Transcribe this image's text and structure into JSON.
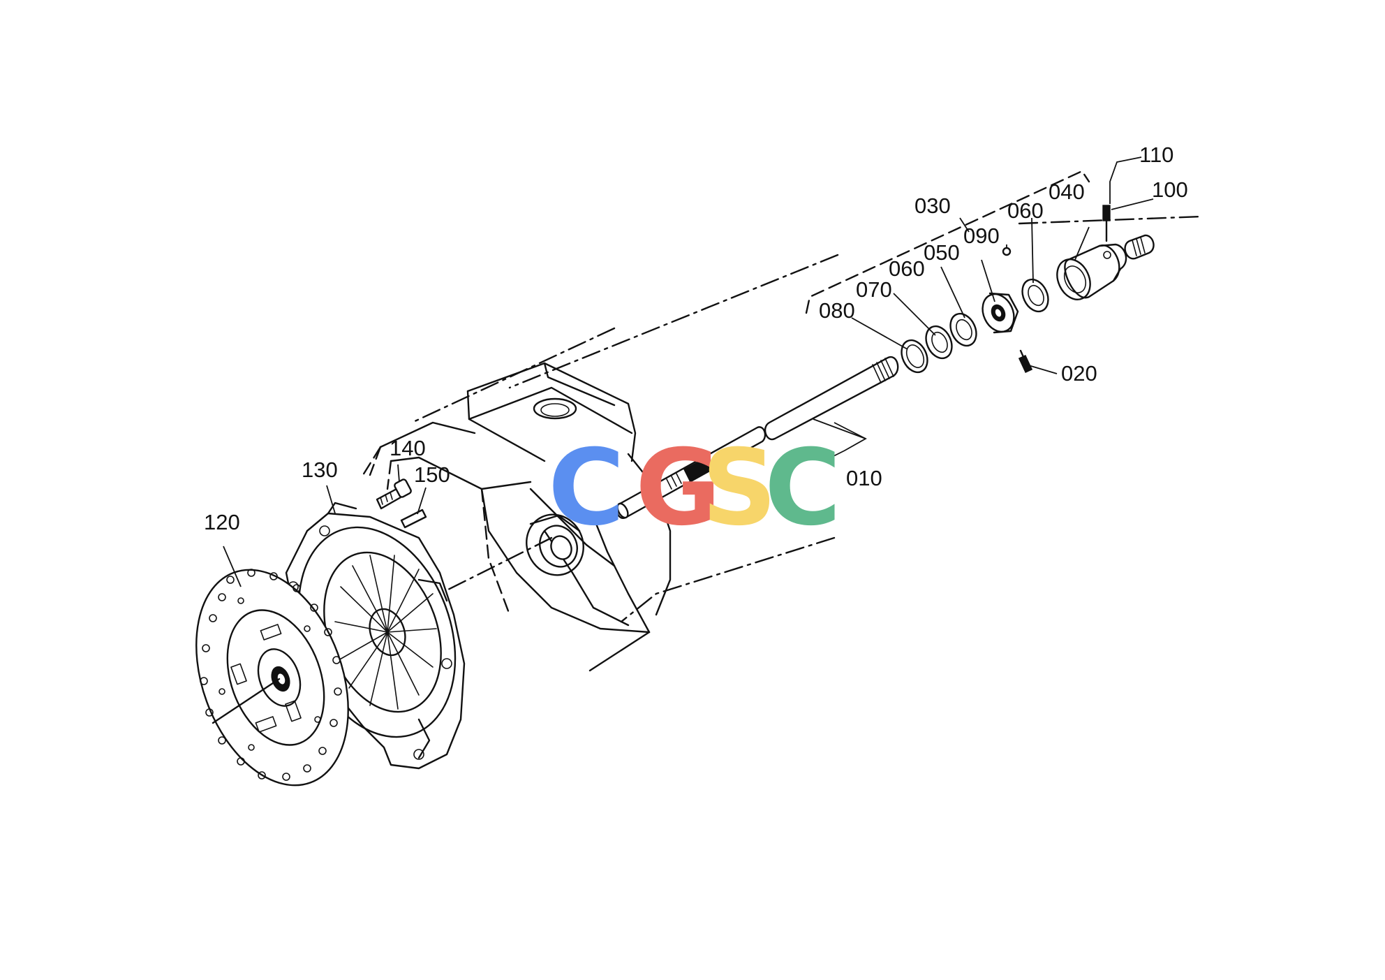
{
  "parts": [
    {
      "id": "p010",
      "label": "010"
    },
    {
      "id": "p020",
      "label": "020"
    },
    {
      "id": "p030",
      "label": "030"
    },
    {
      "id": "p040",
      "label": "040"
    },
    {
      "id": "p050",
      "label": "050"
    },
    {
      "id": "p060a",
      "label": "060"
    },
    {
      "id": "p060b",
      "label": "060"
    },
    {
      "id": "p070",
      "label": "070"
    },
    {
      "id": "p080",
      "label": "080"
    },
    {
      "id": "p090",
      "label": "090"
    },
    {
      "id": "p100",
      "label": "100"
    },
    {
      "id": "p110",
      "label": "110"
    },
    {
      "id": "p120",
      "label": "120"
    },
    {
      "id": "p130",
      "label": "130"
    },
    {
      "id": "p140",
      "label": "140"
    },
    {
      "id": "p150",
      "label": "150"
    }
  ],
  "watermark": {
    "letters": [
      "C",
      "G",
      "S",
      "C"
    ],
    "colors": [
      "#5b8ff0",
      "#ea6b60",
      "#f7d56a",
      "#5fb98d"
    ]
  }
}
